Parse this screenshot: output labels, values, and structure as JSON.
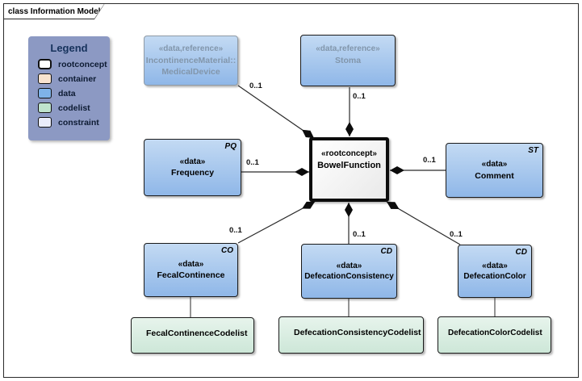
{
  "diagram": {
    "tab_title": "class Information Model"
  },
  "legend": {
    "title": "Legend",
    "items": [
      {
        "label": "rootconcept",
        "color": "#ffffff"
      },
      {
        "label": "container",
        "color": "#f8e3cf"
      },
      {
        "label": "data",
        "color": "#7eb2e8"
      },
      {
        "label": "codelist",
        "color": "#bfe3cd"
      },
      {
        "label": "constraint",
        "color": "#e9ecfa"
      }
    ]
  },
  "nodes": {
    "incontinence_material": {
      "stereotype": "«data,reference»",
      "name_line1": "IncontinenceMaterial::",
      "name_line2": "MedicalDevice"
    },
    "stoma": {
      "stereotype": "«data,reference»",
      "name": "Stoma"
    },
    "bowel_function": {
      "stereotype": "«rootconcept»",
      "name": "BowelFunction"
    },
    "frequency": {
      "stereotype": "«data»",
      "name": "Frequency",
      "type": "PQ"
    },
    "comment": {
      "stereotype": "«data»",
      "name": "Comment",
      "type": "ST"
    },
    "fecal_continence": {
      "stereotype": "«data»",
      "name": "FecalContinence",
      "type": "CO"
    },
    "defecation_consistency": {
      "stereotype": "«data»",
      "name": "DefecationConsistency",
      "type": "CD"
    },
    "defecation_color": {
      "stereotype": "«data»",
      "name": "DefecationColor",
      "type": "CD"
    },
    "fecal_continence_codelist": {
      "name": "FecalContinenceCodelist"
    },
    "defecation_consistency_codelist": {
      "name": "DefecationConsistencyCodelist"
    },
    "defecation_color_codelist": {
      "name": "DefecationColorCodelist"
    }
  },
  "connections": {
    "incontinence_material_to_bowelfunction": {
      "multiplicity": "0..1"
    },
    "stoma_to_bowelfunction": {
      "multiplicity": "0..1"
    },
    "frequency_to_bowelfunction": {
      "multiplicity": "0..1"
    },
    "comment_to_bowelfunction": {
      "multiplicity": "0..1"
    },
    "fecal_continence_to_bowelfunction": {
      "multiplicity": "0..1"
    },
    "defecation_consistency_to_bowelfunction": {
      "multiplicity": "0..1"
    },
    "defecation_color_to_bowelfunction": {
      "multiplicity": "0..1"
    }
  },
  "colors": {
    "data_fill_top": "#c3daf3",
    "data_fill_bottom": "#8fb7e8",
    "codelist_fill_top": "#e7f4ec",
    "codelist_fill_bottom": "#cde7d8",
    "rootconcept_fill": "#ffffff",
    "legend_background": "#8c99c3",
    "legend_title_color": "#16325c",
    "line_color": "#2a2a2a"
  }
}
